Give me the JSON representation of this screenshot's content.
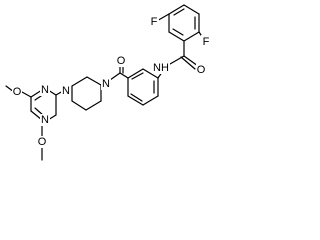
{
  "structure": {
    "atom_labels": {
      "fluorine_top": "F",
      "fluorine_right": "F",
      "amide_nh": "NH",
      "carbonyl_o_amide": "O",
      "carbonyl_o_ketone": "O",
      "piperazine_n_right": "N",
      "piperazine_n_left": "N",
      "pyrimidine_n_top": "N",
      "pyrimidine_n_bottom": "N",
      "methoxy_o_left": "O",
      "methoxy_o_bottom": "O"
    }
  }
}
